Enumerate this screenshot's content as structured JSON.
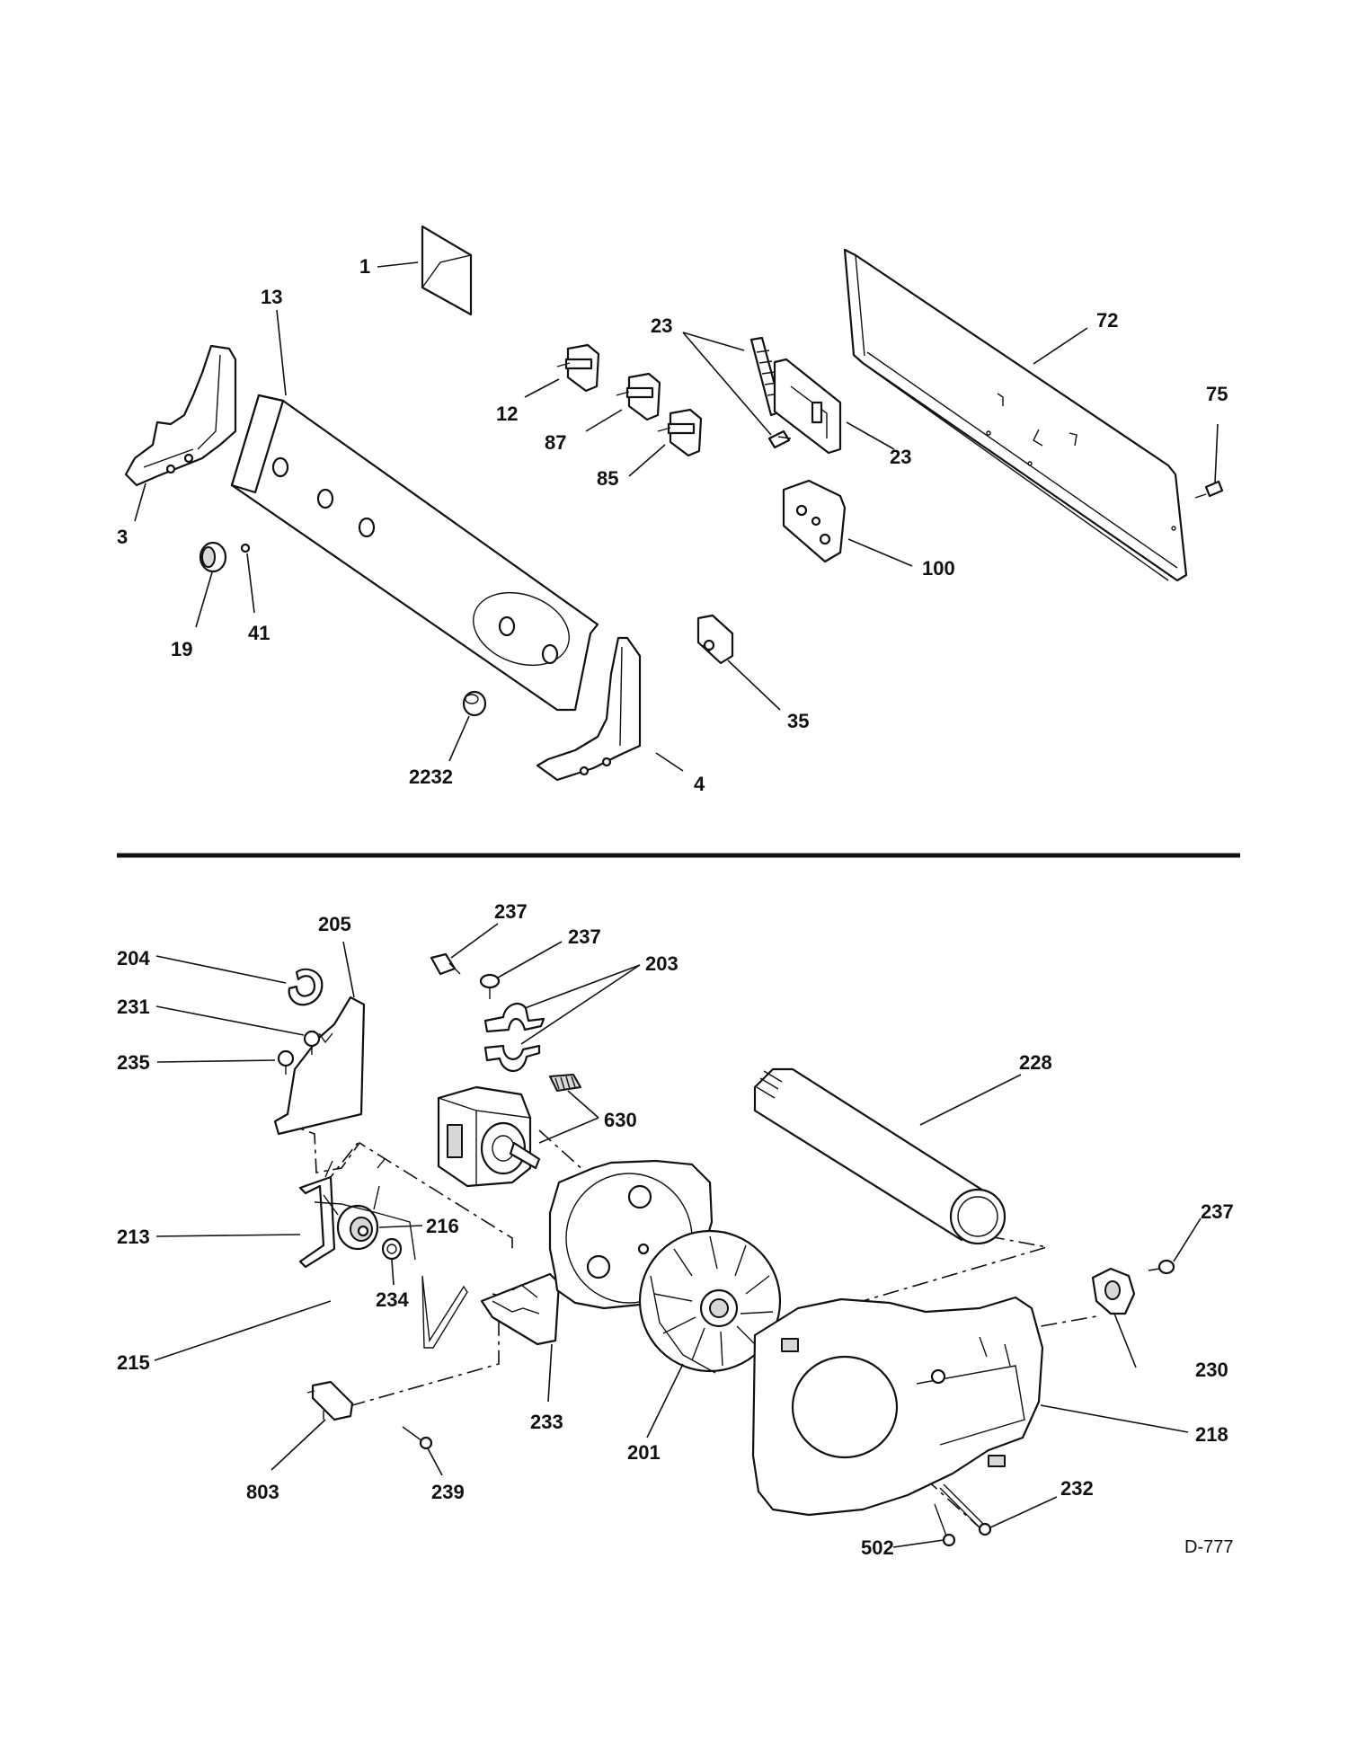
{
  "diagram": {
    "code": "D-777",
    "labels": {
      "l1": "1",
      "l13": "13",
      "l3": "3",
      "l19": "19",
      "l41": "41",
      "l2232": "2232",
      "l4": "4",
      "l12": "12",
      "l87": "87",
      "l85": "85",
      "l23a": "23",
      "l23b": "23",
      "l100": "100",
      "l35": "35",
      "l72": "72",
      "l75": "75",
      "l204": "204",
      "l205": "205",
      "l231": "231",
      "l235": "235",
      "l237a": "237",
      "l237b": "237",
      "l237c": "237",
      "l203": "203",
      "l630": "630",
      "l228": "228",
      "l213": "213",
      "l216": "216",
      "l234": "234",
      "l215": "215",
      "l233": "233",
      "l201": "201",
      "l230": "230",
      "l218": "218",
      "l232": "232",
      "l502": "502",
      "l803": "803",
      "l239": "239"
    }
  }
}
